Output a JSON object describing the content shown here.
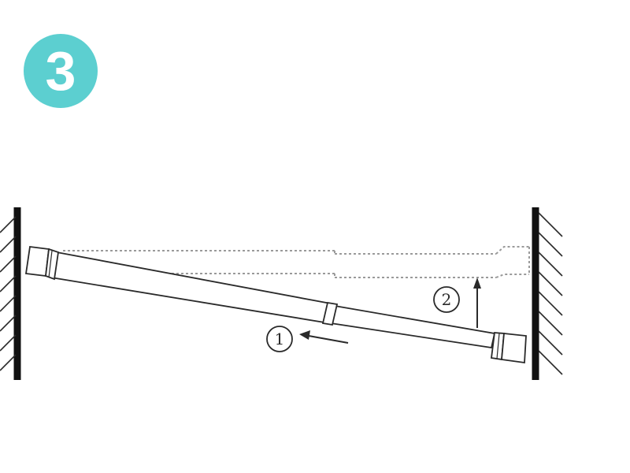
{
  "step": {
    "number": "3",
    "color": "#5ccfd0"
  },
  "diagram": {
    "line_color": "#2a2a2a",
    "wall_color": "#111111",
    "dotted_color": "#9a9a9a",
    "rod_fill": "#ffffff",
    "callouts": [
      {
        "label": "1",
        "direction": "left"
      },
      {
        "label": "2",
        "direction": "up"
      }
    ]
  }
}
